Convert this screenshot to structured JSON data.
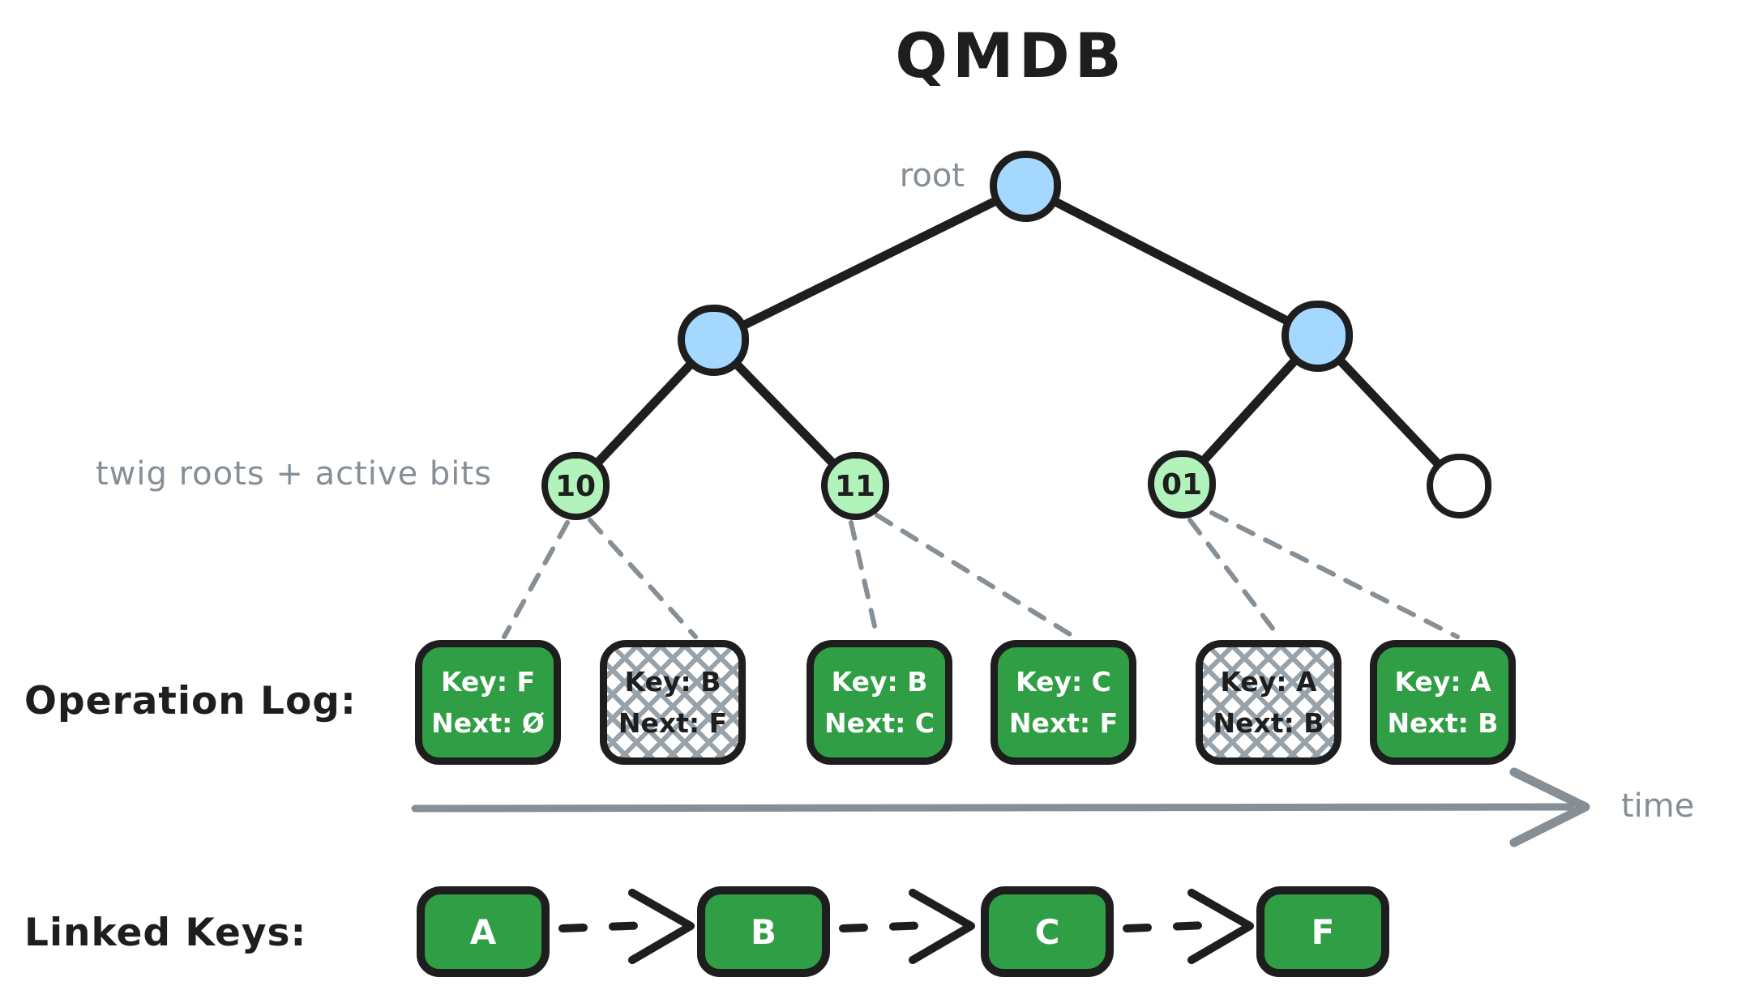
{
  "title": "QMDB",
  "tree": {
    "root_label": "root",
    "twig_label": "twig roots + active bits",
    "twigs": [
      {
        "label": "10"
      },
      {
        "label": "11"
      },
      {
        "label": "01"
      },
      {
        "label": ""
      }
    ]
  },
  "operation_log": {
    "label": "Operation Log:",
    "entries": [
      {
        "key": "Key: F",
        "next": "Next: Ø",
        "state": "active"
      },
      {
        "key": "Key: B",
        "next": "Next: F",
        "state": "superseded"
      },
      {
        "key": "Key: B",
        "next": "Next: C",
        "state": "active"
      },
      {
        "key": "Key: C",
        "next": "Next: F",
        "state": "active"
      },
      {
        "key": "Key: A",
        "next": "Next: B",
        "state": "superseded"
      },
      {
        "key": "Key: A",
        "next": "Next: B",
        "state": "active"
      }
    ]
  },
  "timeline": {
    "label": "time"
  },
  "linked_keys": {
    "label": "Linked Keys:",
    "keys": [
      {
        "label": "A"
      },
      {
        "label": "B"
      },
      {
        "label": "C"
      },
      {
        "label": "F"
      }
    ]
  },
  "colors": {
    "node_blue": "#a5d8ff",
    "twig_green": "#b2f2bb",
    "box_green": "#2f9e44",
    "ink": "#1e1e1e",
    "muted": "#868e96"
  }
}
